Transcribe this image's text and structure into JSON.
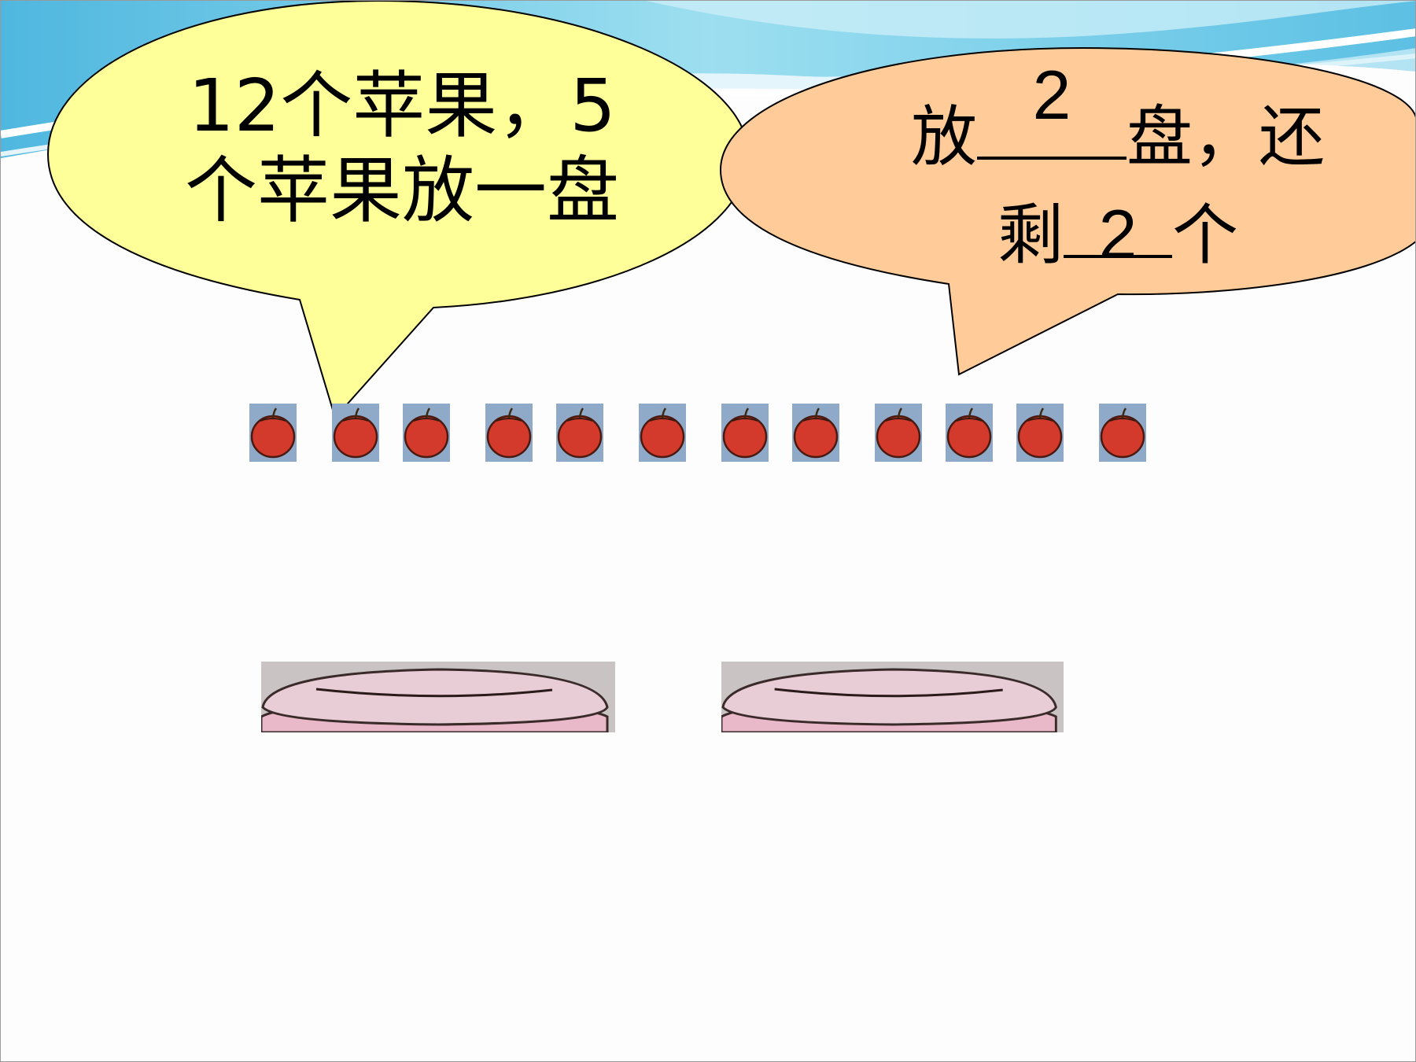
{
  "bubble_left": {
    "line1": "12个苹果，5",
    "line2": "个苹果放一盘"
  },
  "bubble_right": {
    "prefix": "放",
    "plates_answer": "2",
    "middle": "盘，还",
    "line2_prefix": "剩",
    "remainder_answer": "2",
    "suffix": "个"
  },
  "colors": {
    "left_bubble_fill": "#ffff99",
    "right_bubble_fill": "#ffcc99",
    "apple_red": "#d33a2c",
    "apple_tile_bg": "#8fa9c8",
    "plate_pink": "#e9b8c9",
    "wave_cyan": "#86d4ec"
  },
  "apples": {
    "count": 12,
    "icon": "apple-icon"
  },
  "plates": {
    "count": 2,
    "icon": "plate-icon"
  }
}
